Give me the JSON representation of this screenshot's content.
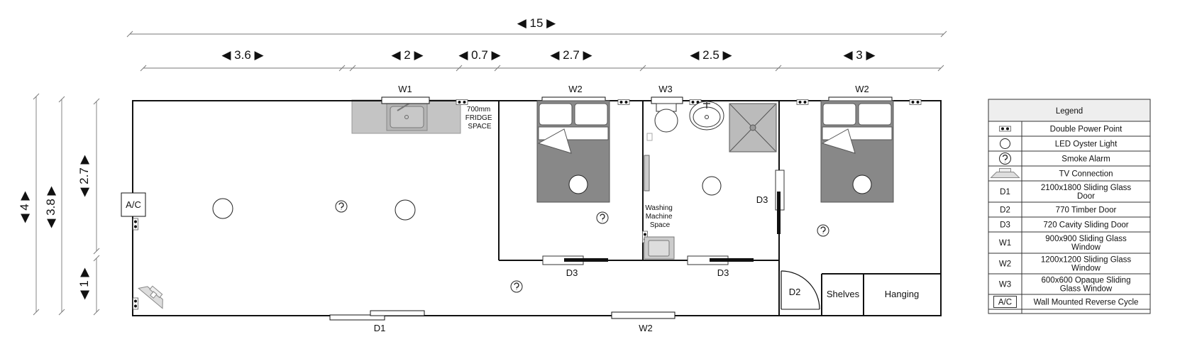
{
  "dimensions": {
    "total": "15",
    "segments": [
      "3.6",
      "2",
      "0.7",
      "2.7",
      "2.5",
      "3"
    ],
    "vertical": [
      "4",
      "3.8",
      "2.7",
      "1"
    ]
  },
  "labels": {
    "w1": "W1",
    "w2_bed1": "W2",
    "w3": "W3",
    "w2_bed2": "W2",
    "fridge": [
      "700mm",
      "FRIDGE",
      "SPACE"
    ],
    "ac": "A/C",
    "washing": [
      "Washing",
      "Machine",
      "Space"
    ],
    "d3_right": "D3",
    "d3_bed1": "D3",
    "d3_bath": "D3",
    "d2": "D2",
    "d1": "D1",
    "w2_bottom": "W2",
    "shelves": "Shelves",
    "hanging": "Hanging"
  },
  "legend": {
    "title": "Legend",
    "rows": [
      {
        "symbol": "power-point",
        "code": "",
        "text": [
          "Double Power Point"
        ]
      },
      {
        "symbol": "oyster-light",
        "code": "",
        "text": [
          "LED Oyster Light"
        ]
      },
      {
        "symbol": "smoke-alarm",
        "code": "",
        "text": [
          "Smoke Alarm"
        ]
      },
      {
        "symbol": "tv-connection",
        "code": "",
        "text": [
          "TV Connection"
        ]
      },
      {
        "symbol": "code",
        "code": "D1",
        "text": [
          "2100x1800 Sliding Glass",
          "Door"
        ]
      },
      {
        "symbol": "code",
        "code": "D2",
        "text": [
          "770 Timber Door"
        ]
      },
      {
        "symbol": "code",
        "code": "D3",
        "text": [
          "720 Cavity Sliding Door"
        ]
      },
      {
        "symbol": "code",
        "code": "W1",
        "text": [
          "900x900 Sliding Glass",
          "Window"
        ]
      },
      {
        "symbol": "code",
        "code": "W2",
        "text": [
          "1200x1200 Sliding Glass",
          "Window"
        ]
      },
      {
        "symbol": "code",
        "code": "W3",
        "text": [
          "600x600 Opaque Sliding",
          "Glass Window"
        ]
      },
      {
        "symbol": "code-box",
        "code": "A/C",
        "text": [
          "Wall Mounted Reverse Cycle"
        ]
      }
    ]
  }
}
